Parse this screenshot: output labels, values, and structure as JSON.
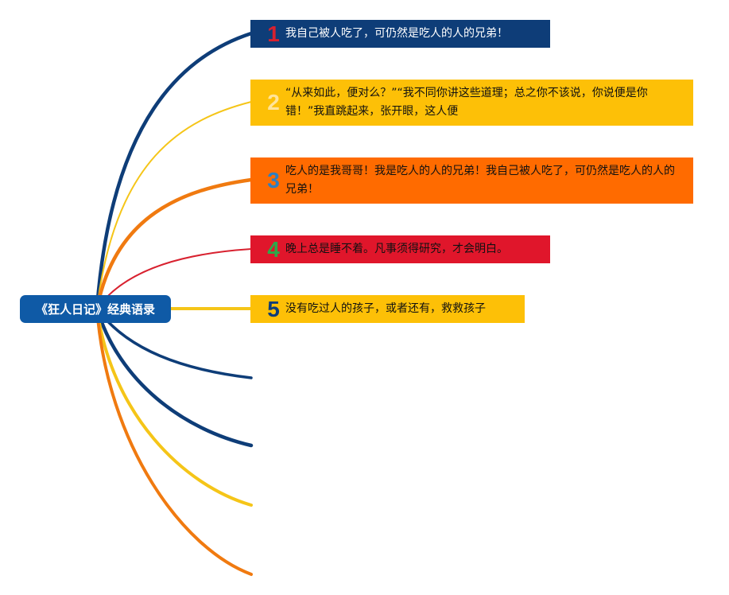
{
  "root": {
    "label": "《狂人日记》经典语录",
    "color": "#0f5aa6"
  },
  "branches": [
    {
      "number": "1",
      "text": "我自己被人吃了，可仍然是吃人的人的兄弟！",
      "color": "#0e3d78",
      "number_color": "#d8212f"
    },
    {
      "number": "2",
      "text": "“从来如此，便对么？”“我不同你讲这些道理；总之你不该说，你说便是你错！”我直跳起来，张开眼，这人便",
      "color": "#fdc007",
      "number_color": "#ffe49a"
    },
    {
      "number": "3",
      "text": "吃人的是我哥哥！我是吃人的人的兄弟！我自己被人吃了，可仍然是吃人的人的兄弟！",
      "color": "#ff6b00",
      "number_color": "#2f7fc1"
    },
    {
      "number": "4",
      "text": "晚上总是睡不着。凡事须得研究，才会明白。",
      "color": "#e0162b",
      "number_color": "#2ea84a"
    },
    {
      "number": "5",
      "text": "没有吃过人的孩子，或者还有，救救孩子",
      "color": "#fdc007",
      "number_color": "#0e3d78"
    }
  ],
  "connector_colors": [
    "#0e3d78",
    "#fdc007",
    "#f07a10",
    "#d8212f",
    "#fdc007",
    "#0e3d78",
    "#0e3d78",
    "#fdc007",
    "#f07a10"
  ]
}
